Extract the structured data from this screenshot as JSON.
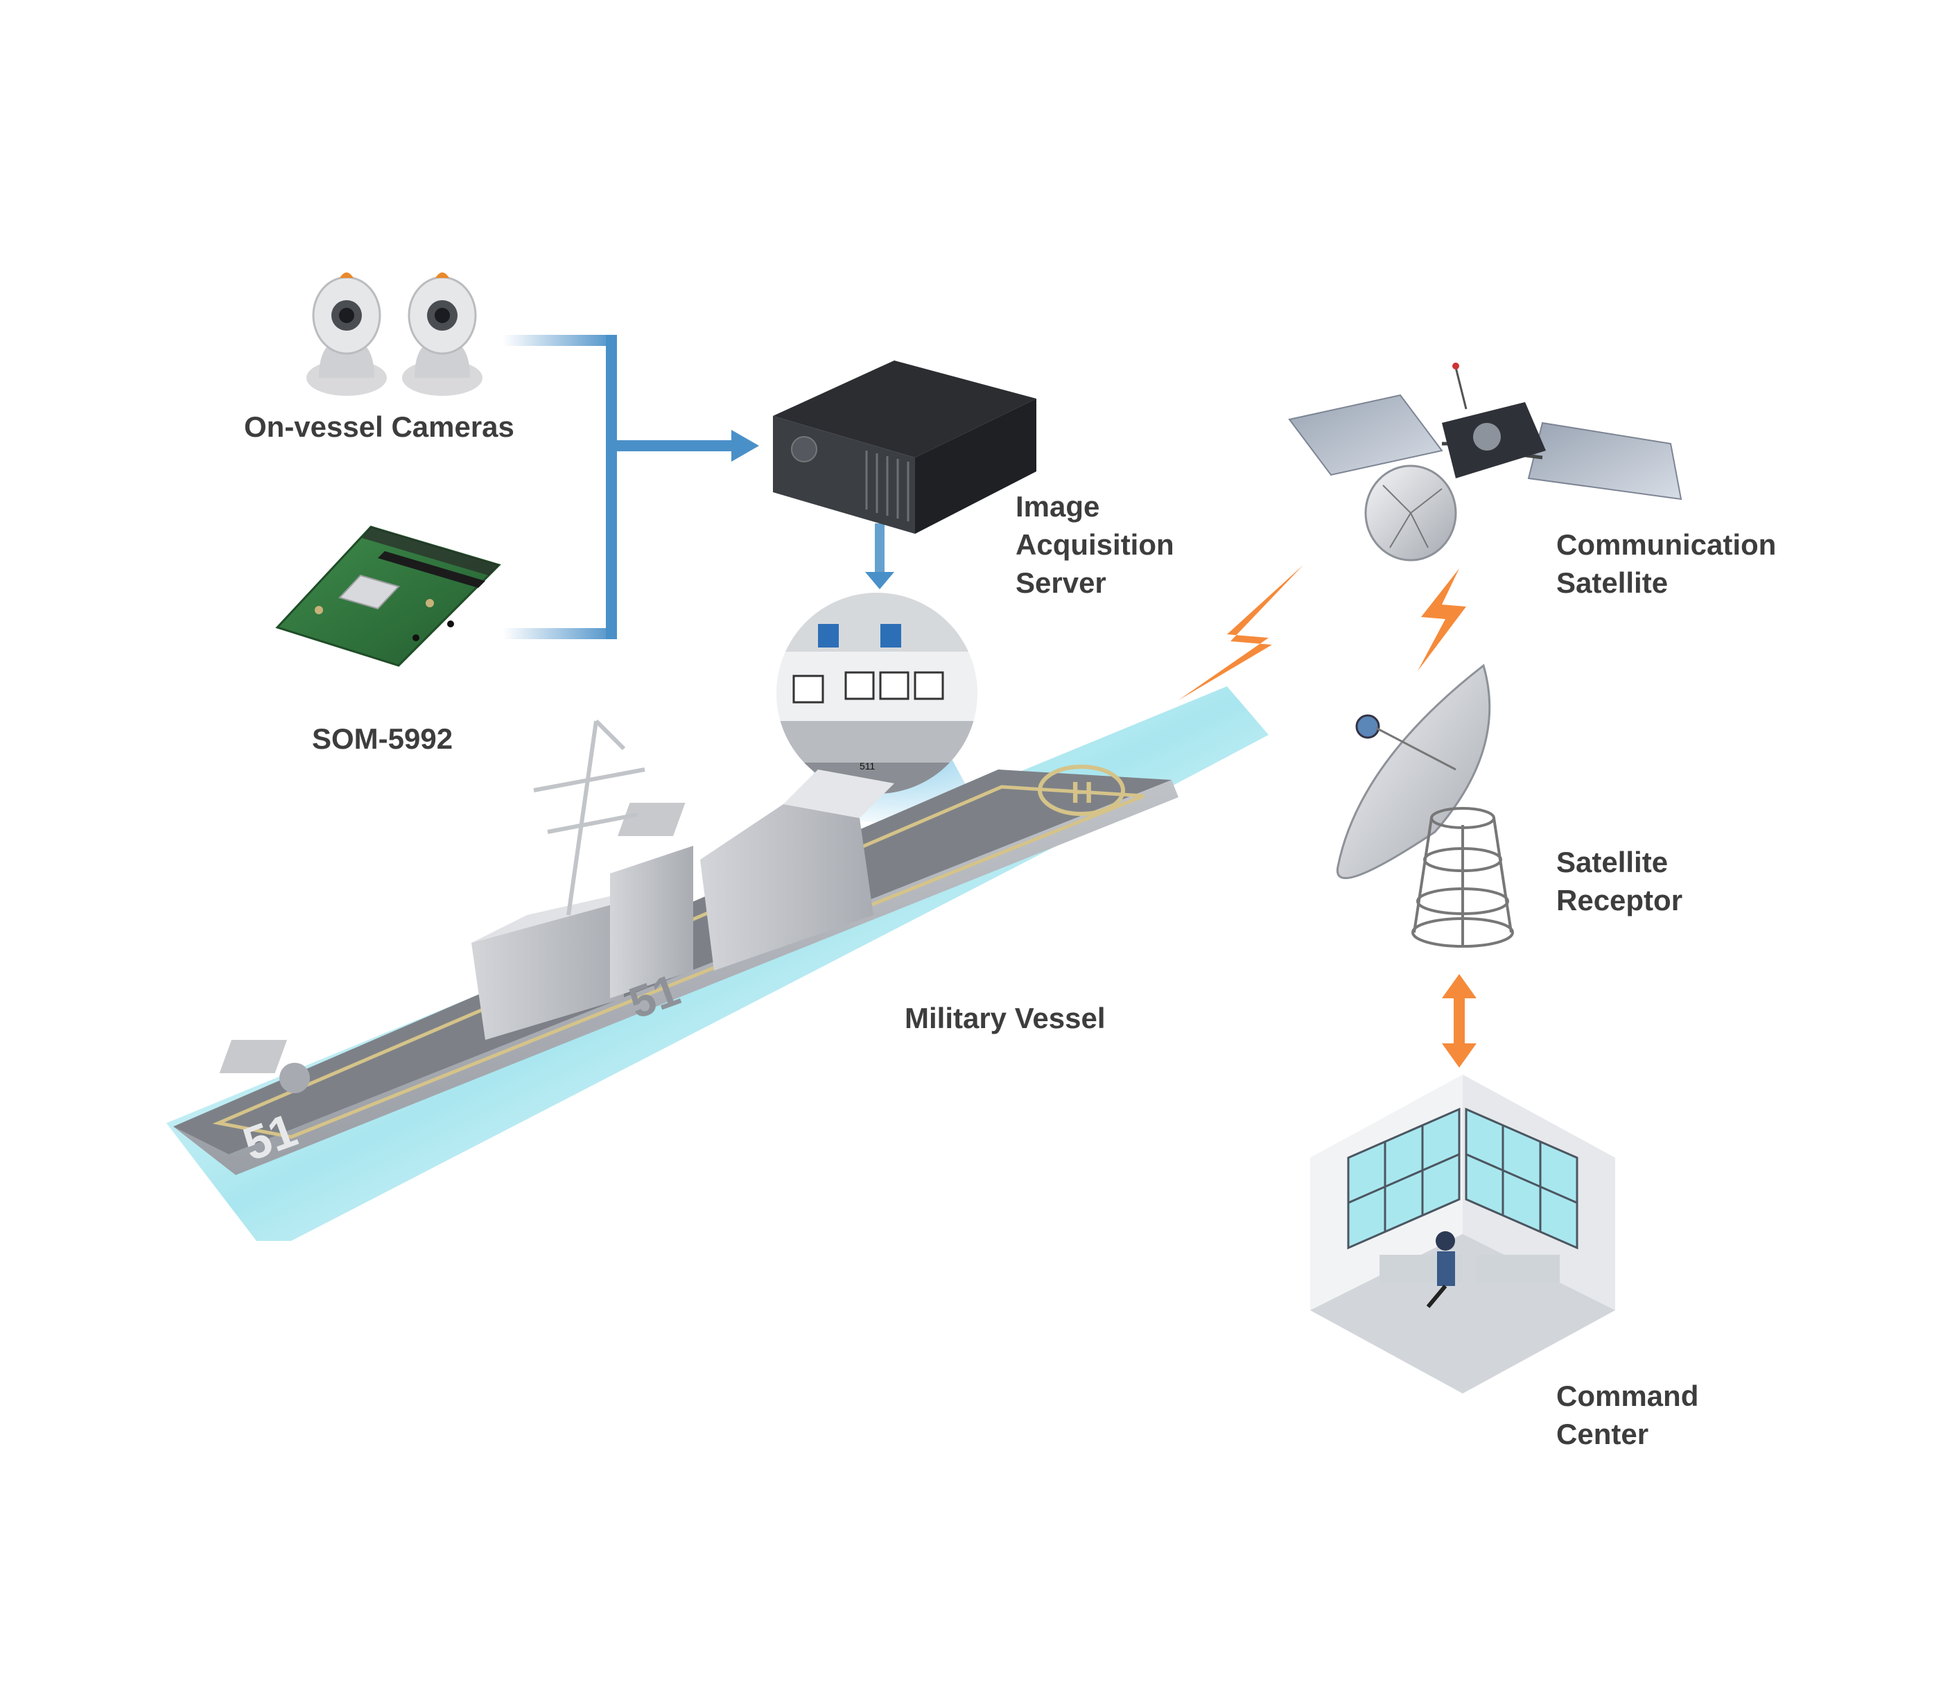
{
  "labels": {
    "cameras": "On-vessel Cameras",
    "som": "SOM-5992",
    "server": [
      "Image",
      "Acquisition",
      "Server"
    ],
    "satellite": [
      "Communication",
      "Satellite"
    ],
    "receptor": [
      "Satellite",
      "Receptor"
    ],
    "vessel": "Military Vessel",
    "command": [
      "Command",
      "Center"
    ]
  },
  "vessel_hull_number": "51",
  "monitor_panel_number": "511",
  "helipad_mark": "H",
  "icons": {
    "cameras": "webcam-icon",
    "som": "circuit-board-icon",
    "server": "rack-server-icon",
    "satellite": "satellite-icon",
    "receptor": "satellite-dish-icon",
    "command": "control-room-icon",
    "vessel": "warship-icon",
    "wireless": "lightning-bolt-icon"
  },
  "colors": {
    "flow_arrow": "#4a90c8",
    "wireless_link": "#f58a3a",
    "text": "#3d3d3d",
    "water": "#b9ecf2"
  }
}
